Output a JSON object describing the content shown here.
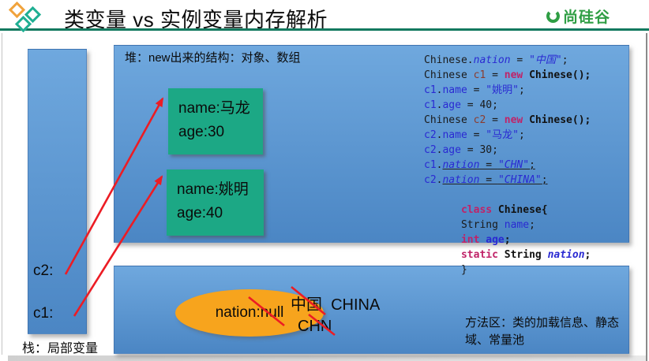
{
  "header": {
    "title": "类变量 vs 实例变量内存解析",
    "logo": {
      "text": "尚硅谷"
    }
  },
  "stack": {
    "var_c2": "c2:",
    "var_c1": "c1:",
    "label": "栈：局部变量"
  },
  "heap": {
    "label": "堆：new出来的结构：对象、数组",
    "objects": [
      {
        "line1": "name:马龙",
        "line2": "age:30"
      },
      {
        "line1": "name:姚明",
        "line2": "age:40"
      }
    ]
  },
  "method_area": {
    "static_field": "nation:null",
    "value_cn_china": "中国  CHINA",
    "value_chn": "CHN",
    "label": "方法区：类的加载信息、静态域、常量池"
  },
  "code": {
    "lines": [
      [
        {
          "t": "Chinese.",
          "s": "p"
        },
        {
          "t": "nation",
          "s": "vi"
        },
        {
          "t": " = ",
          "s": "p"
        },
        {
          "t": "\"中国\"",
          "s": "vi"
        },
        {
          "t": ";",
          "s": "p"
        }
      ],
      [
        {
          "t": "Chinese ",
          "s": "p"
        },
        {
          "t": "c1",
          "s": "d"
        },
        {
          "t": " = ",
          "s": "p"
        },
        {
          "t": "new",
          "s": "k"
        },
        {
          "t": " ",
          "s": "p"
        },
        {
          "t": "Chinese();",
          "s": "pb"
        }
      ],
      [
        {
          "t": "c1",
          "s": "v"
        },
        {
          "t": ".",
          "s": "p"
        },
        {
          "t": "name",
          "s": "v"
        },
        {
          "t": " = ",
          "s": "p"
        },
        {
          "t": "\"姚明\"",
          "s": "v"
        },
        {
          "t": ";",
          "s": "p"
        }
      ],
      [
        {
          "t": "c1",
          "s": "v"
        },
        {
          "t": ".",
          "s": "p"
        },
        {
          "t": "age",
          "s": "v"
        },
        {
          "t": " = 40;",
          "s": "p"
        }
      ],
      [
        {
          "t": "Chinese ",
          "s": "p"
        },
        {
          "t": "c2",
          "s": "d"
        },
        {
          "t": " = ",
          "s": "p"
        },
        {
          "t": "new",
          "s": "k"
        },
        {
          "t": " ",
          "s": "p"
        },
        {
          "t": "Chinese();",
          "s": "pb"
        }
      ],
      [
        {
          "t": "c2",
          "s": "v"
        },
        {
          "t": ".",
          "s": "p"
        },
        {
          "t": "name",
          "s": "v"
        },
        {
          "t": " = ",
          "s": "p"
        },
        {
          "t": "\"马龙\"",
          "s": "v"
        },
        {
          "t": ";",
          "s": "p"
        }
      ],
      [
        {
          "t": "c2",
          "s": "v"
        },
        {
          "t": ".",
          "s": "p"
        },
        {
          "t": "age",
          "s": "v"
        },
        {
          "t": " = 30;",
          "s": "p"
        }
      ],
      [
        {
          "t": "c1",
          "s": "v"
        },
        {
          "t": ".",
          "s": "p"
        },
        {
          "t": "nation",
          "s": "vi",
          "u": 1
        },
        {
          "t": " = ",
          "s": "p",
          "u": 1
        },
        {
          "t": "\"CHN\"",
          "s": "vi",
          "u": 1
        },
        {
          "t": ";",
          "s": "p",
          "u": 1
        }
      ],
      [
        {
          "t": "c2",
          "s": "v"
        },
        {
          "t": ".",
          "s": "p"
        },
        {
          "t": "nation",
          "s": "vi",
          "u": 1
        },
        {
          "t": " = ",
          "s": "p",
          "u": 1
        },
        {
          "t": "\"CHINA\"",
          "s": "vi",
          "u": 1
        },
        {
          "t": ";",
          "s": "p",
          "u": 1
        }
      ],
      [],
      [
        {
          "t": "      ",
          "s": "p"
        },
        {
          "t": "class",
          "s": "k"
        },
        {
          "t": " Chinese{",
          "s": "pb"
        }
      ],
      [
        {
          "t": "      ",
          "s": "p"
        },
        {
          "t": "String ",
          "s": "p"
        },
        {
          "t": "name",
          "s": "v"
        },
        {
          "t": ";",
          "s": "p"
        }
      ],
      [
        {
          "t": "      ",
          "s": "p"
        },
        {
          "t": "int",
          "s": "k"
        },
        {
          "t": " ",
          "s": "pb"
        },
        {
          "t": "age",
          "s": "vb"
        },
        {
          "t": ";",
          "s": "pb"
        }
      ],
      [
        {
          "t": "      ",
          "s": "p"
        },
        {
          "t": "static",
          "s": "k"
        },
        {
          "t": " String ",
          "s": "pb"
        },
        {
          "t": "nation",
          "s": "vbi"
        },
        {
          "t": ";",
          "s": "pb"
        }
      ],
      [
        {
          "t": "      ",
          "s": "p"
        },
        {
          "t": "}",
          "s": "p"
        }
      ]
    ]
  },
  "colors": {
    "accent-green": "#13795f",
    "logo-green": "#2f9e44",
    "panel-top": "#6fa8de",
    "panel-bottom": "#4b86c4",
    "object-green": "#1ca885",
    "ellipse-orange": "#f7a41d",
    "arrow-red": "#ec1c24",
    "kw": "#c02368",
    "codeblue": "#2a2ad2",
    "varbrown": "#8b3c2e"
  }
}
